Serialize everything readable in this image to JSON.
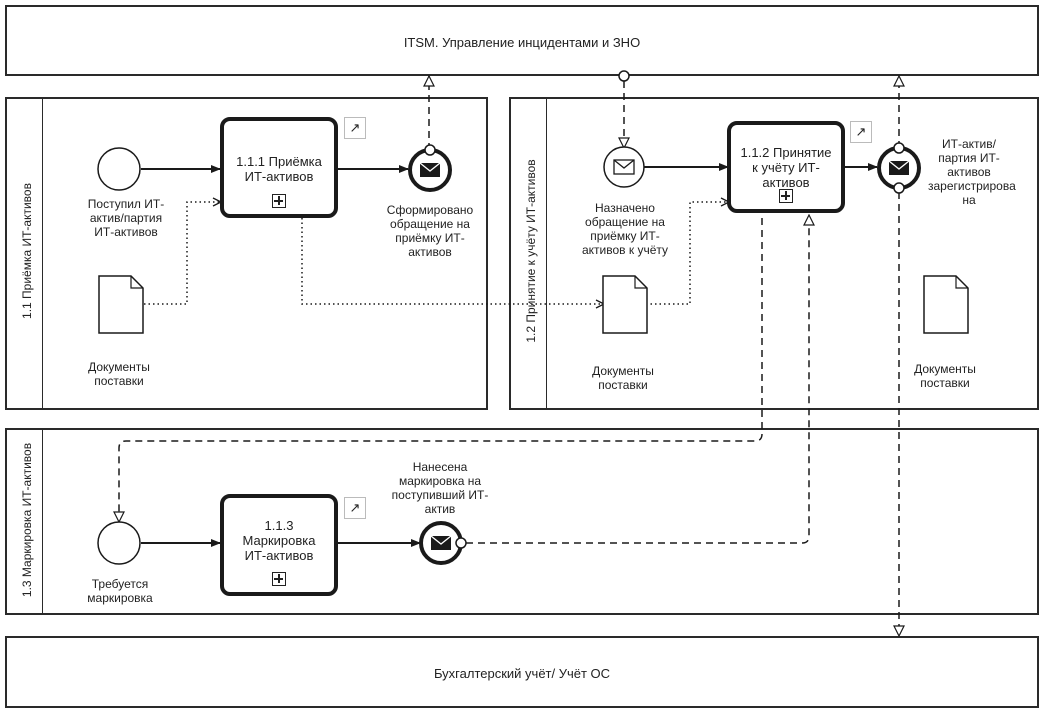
{
  "pools": {
    "itsm": "ITSM. Управление инцидентами и ЗНО",
    "accounting": "Бухгалтерский учёт/ Учёт ОС"
  },
  "lanes": {
    "lane1": "1.1 Приёмка ИТ-активов",
    "lane2": "1.2 Принятие к учёту ИТ-активов",
    "lane3": "1.3 Маркировка ИТ-активов"
  },
  "tasks": {
    "t111": "1.1.1 Приёмка ИТ-активов",
    "t112": "1.1.2 Принятие к учёту ИТ-активов",
    "t113": "1.1.3 Маркировка ИТ-активов"
  },
  "events": {
    "start1": "Поступил ИТ-актив/партия ИТ-активов",
    "end1": "Сформировано обращение на приёмку ИТ-активов",
    "msgstart2": "Назначено обращение на приёмку ИТ-активов к учёту",
    "end2": "ИТ-актив/партия ИТ-активов зарегистрирова на",
    "start3": "Требуется маркировка",
    "end3": "Нанесена маркировка на поступивший ИТ-актив"
  },
  "documents": {
    "doc1": "Документы поставки",
    "doc2": "Документы поставки",
    "doc3": "Документы поставки"
  },
  "icons": {
    "open_subprocess": "north-east-arrow-icon",
    "expand": "plus-square-icon",
    "message": "envelope-icon"
  }
}
